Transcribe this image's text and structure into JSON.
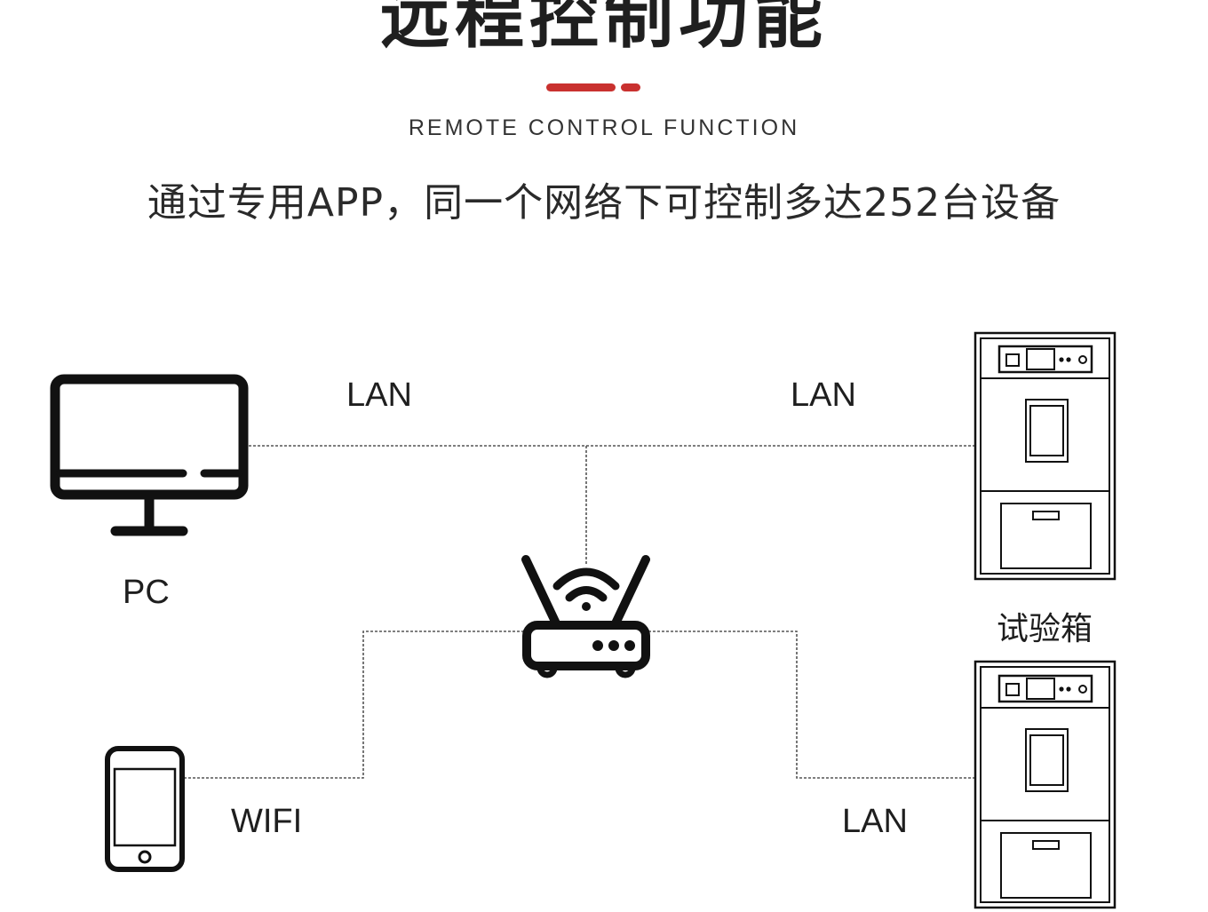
{
  "header": {
    "title": "远程控制功能",
    "subtitle": "REMOTE CONTROL FUNCTION",
    "description": "通过专用APP，同一个网络下可控制多达252台设备"
  },
  "colors": {
    "accent": "#c9312f",
    "icon": "#111111",
    "line": "#555555"
  },
  "nodes": {
    "pc": {
      "label": "PC",
      "icon": "monitor-icon"
    },
    "router": {
      "icon": "router-icon"
    },
    "phone": {
      "icon": "smartphone-icon"
    },
    "chamber": {
      "label": "试验箱",
      "icon": "test-chamber-icon"
    }
  },
  "links": {
    "pc_router": "LAN",
    "router_chamber_top": "LAN",
    "router_phone": "WIFI",
    "router_chamber_bottom": "LAN"
  }
}
